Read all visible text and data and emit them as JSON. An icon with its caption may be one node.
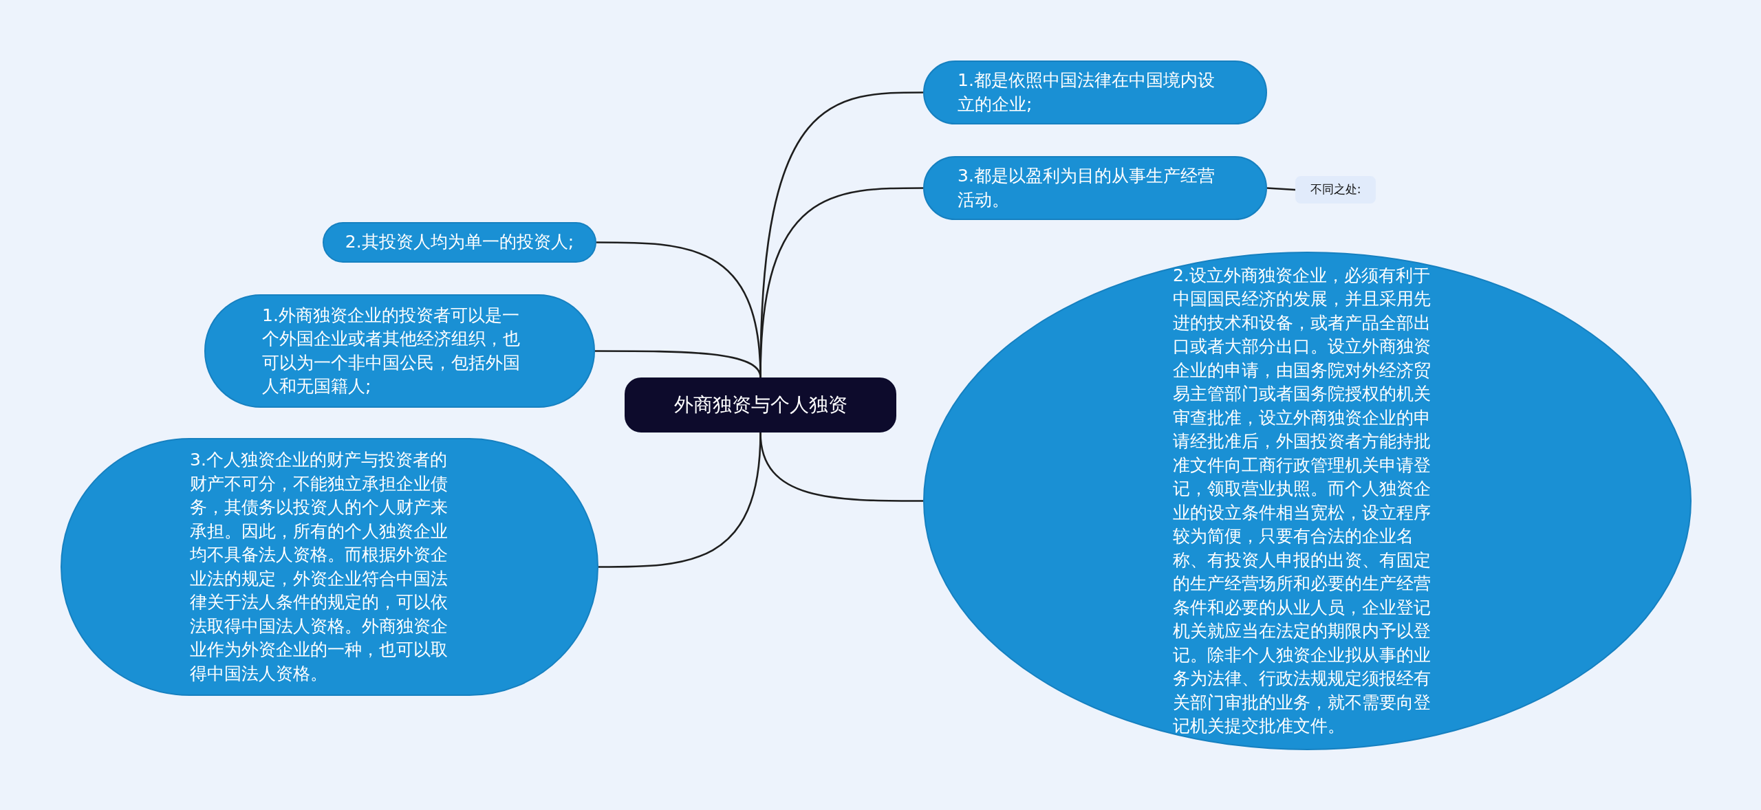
{
  "diagram": {
    "nodes": [
      {
        "text": [
          "外商独资与个人独资"
        ]
      },
      {
        "text": [
          "1.都是依照中国法律在中国境内设立的企业;"
        ]
      },
      {
        "text": [
          "3.都是以盈利为目的从事生产经营活动。"
        ]
      },
      {
        "text": [
          "不同之处:"
        ]
      },
      {
        "text": [
          "2.其投资人均为单一的投资人;"
        ]
      },
      {
        "text": [
          "1.外商独资企业的投资者可以是一个外国企业或者其他经济组织，也可以为一个非中国公民，包括外国人和无国籍人;"
        ]
      },
      {
        "text": [
          "3.个人独资企业的财产与投资者的财产不可分，不能独立承担企业债务，其债务以投资人的个人财产来承担。因此，所有的个人独资企业均不具备法人资格。而根据外资企业法的规定，外资企业符合中国法律关于法人条件的规定的，可以依法取得中国法人资格。外商独资企业作为外资企业的一种，也可以取得中国法人资格。"
        ]
      },
      {
        "text": [
          "2.设立外商独资企业，必须有利于中国国民经济的发展，并且采用先进的技术和设备，或者产品全部出口或者大部分出口。设立外商独资企业的申请，由国务院对外经济贸易主管部门或者国务院授权的机关审查批准，设立外商独资企业的申请经批准后，外国投资者方能持批准文件向工商行政管理机关申请登记，领取营业执照。而个人独资企业的设立条件相当宽松，设立程序较为简便，只要有合法的企业名称、有投资人申报的出资、有固定的生产经营场所和必要的生产经营条件和必要的从业人员，企业登记机关就应当在法定的期限内予以登记。除非个人独资企业拟从事的业务为法律、行政法规规定须报经有关部门审批的业务，就不需要向登记机关提交批准文件。"
        ]
      }
    ],
    "edges": [
      {
        "from": 0,
        "to": 1,
        "arrow": "none"
      },
      {
        "from": 0,
        "to": 2,
        "arrow": "none"
      },
      {
        "from": 2,
        "to": 3,
        "arrow": "none"
      },
      {
        "from": 0,
        "to": 4,
        "arrow": "none"
      },
      {
        "from": 0,
        "to": 5,
        "arrow": "none"
      },
      {
        "from": 0,
        "to": 6,
        "arrow": "none"
      },
      {
        "from": 0,
        "to": 7,
        "arrow": "none"
      }
    ]
  }
}
